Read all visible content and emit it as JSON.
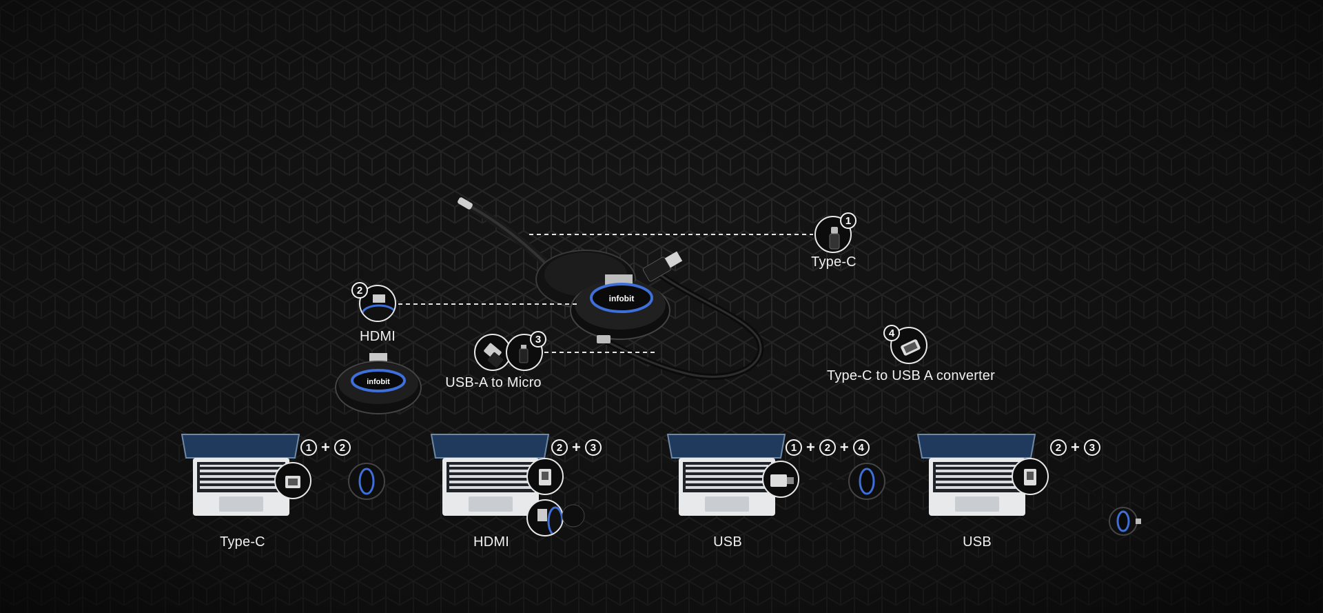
{
  "labels": {
    "type_c": "Type-C",
    "hdmi": "HDMI",
    "usb_a_to_micro": "USB-A to Micro",
    "type_c_to_usb_a": "Type-C to USB A converter"
  },
  "badges": {
    "b1": "1",
    "b2": "2",
    "b3": "3",
    "b4": "4"
  },
  "plus": "+",
  "brand": "infobit",
  "setups": [
    {
      "label": "Type-C",
      "combo": [
        "1",
        "2"
      ]
    },
    {
      "label": "HDMI",
      "combo": [
        "2",
        "3"
      ]
    },
    {
      "label": "USB",
      "combo": [
        "1",
        "2",
        "4"
      ]
    },
    {
      "label": "USB",
      "combo": [
        "2",
        "3"
      ]
    }
  ],
  "colors": {
    "background": "#151515",
    "accent_blue": "#3f6fd8",
    "line": "#e6e6e6"
  }
}
